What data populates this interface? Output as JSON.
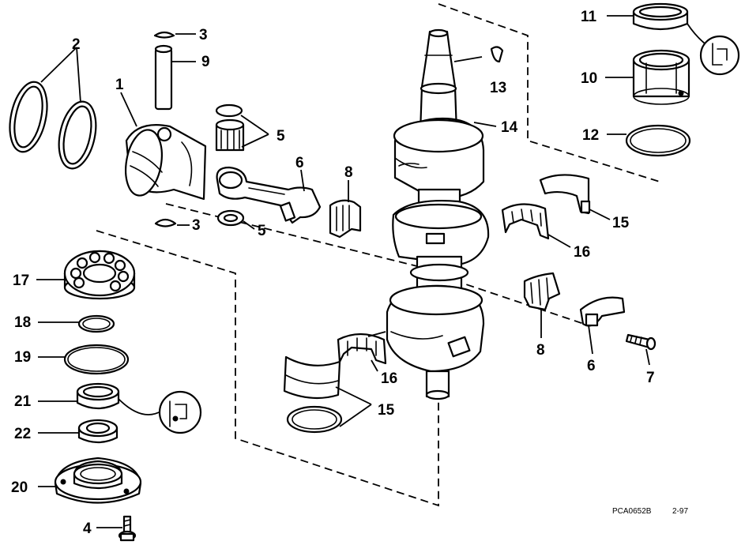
{
  "callouts": {
    "n1": "1",
    "n2": "2",
    "n3a": "3",
    "n3b": "3",
    "n4": "4",
    "n5a": "5",
    "n5b": "5",
    "n6a": "6",
    "n6b": "6",
    "n7": "7",
    "n8a": "8",
    "n8b": "8",
    "n9": "9",
    "n10": "10",
    "n11": "11",
    "n12": "12",
    "n13": "13",
    "n14": "14",
    "n15a": "15",
    "n15b": "15",
    "n16a": "16",
    "n16b": "16",
    "n17": "17",
    "n18": "18",
    "n19": "19",
    "n20": "20",
    "n21": "21",
    "n22": "22"
  },
  "footer": {
    "figure_code": "PCA0652B",
    "date_code": "2-97"
  }
}
